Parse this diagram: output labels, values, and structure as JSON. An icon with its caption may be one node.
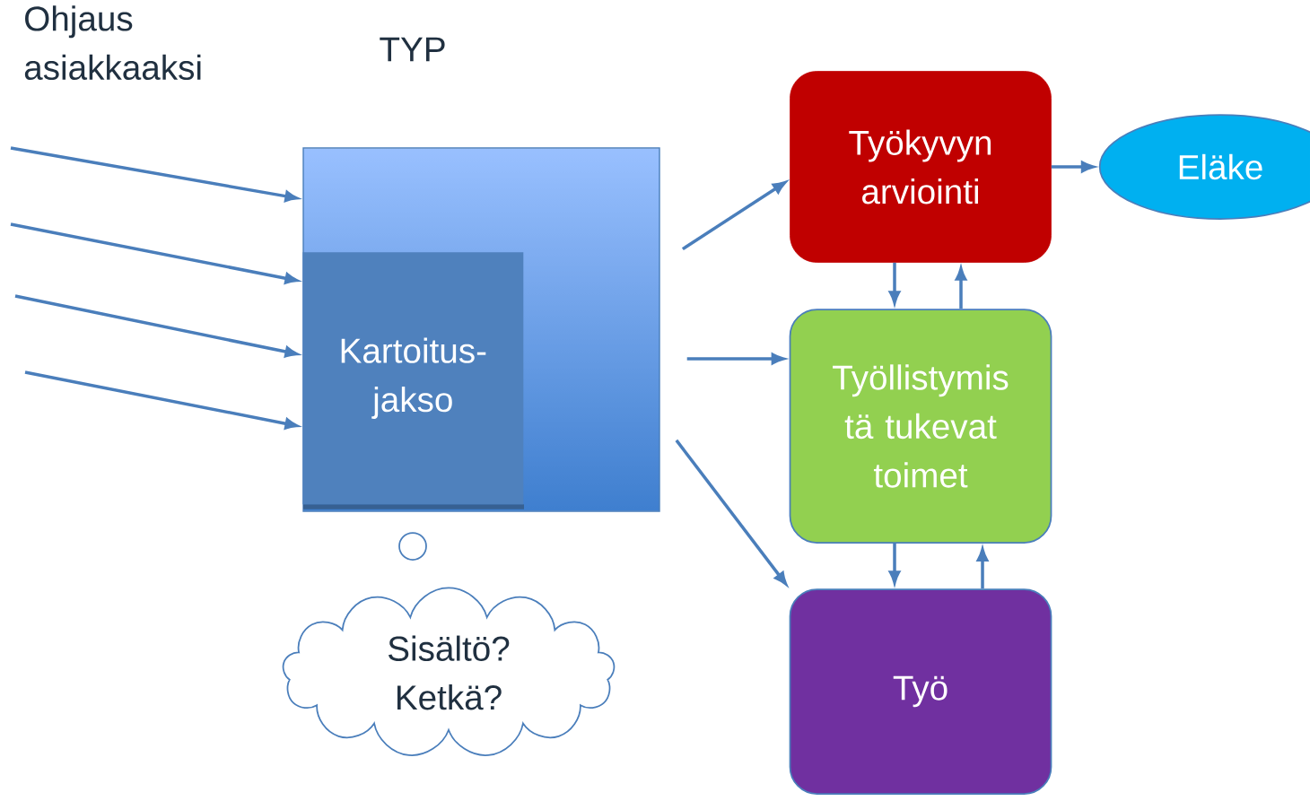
{
  "diagram": {
    "nodes": [
      {
        "text": [
          "TYP"
        ]
      },
      {
        "text": [
          "Kartoitus- jakso"
        ],
        "in": 0
      },
      {
        "text": [
          "Työkyvyn arviointi"
        ]
      },
      {
        "text": [
          "Eläke"
        ]
      },
      {
        "text": [
          "Työllistymis tä tukevat toimet"
        ]
      },
      {
        "text": [
          "Työ"
        ]
      },
      {
        "text": [
          "Sisältö? Ketkä?"
        ]
      }
    ],
    "edges": [
      {
        "from": null,
        "to": 0,
        "arrow": "to"
      },
      {
        "from": null,
        "to": 0,
        "arrow": "to"
      },
      {
        "from": null,
        "to": 0,
        "arrow": "to"
      },
      {
        "from": null,
        "to": 0,
        "arrow": "to"
      },
      {
        "from": 0,
        "to": 2,
        "arrow": "to"
      },
      {
        "from": 0,
        "to": 4,
        "arrow": "to"
      },
      {
        "from": 0,
        "to": 5,
        "arrow": "to"
      },
      {
        "from": 2,
        "to": 3,
        "arrow": "to"
      },
      {
        "from": 2,
        "to": 4,
        "arrow": "to"
      },
      {
        "from": 4,
        "to": 2,
        "arrow": "to"
      },
      {
        "from": 4,
        "to": 5,
        "arrow": "to"
      },
      {
        "from": 5,
        "to": 4,
        "arrow": "to"
      }
    ],
    "labels": [
      "Ohjaus asiakkaaksi"
    ]
  }
}
